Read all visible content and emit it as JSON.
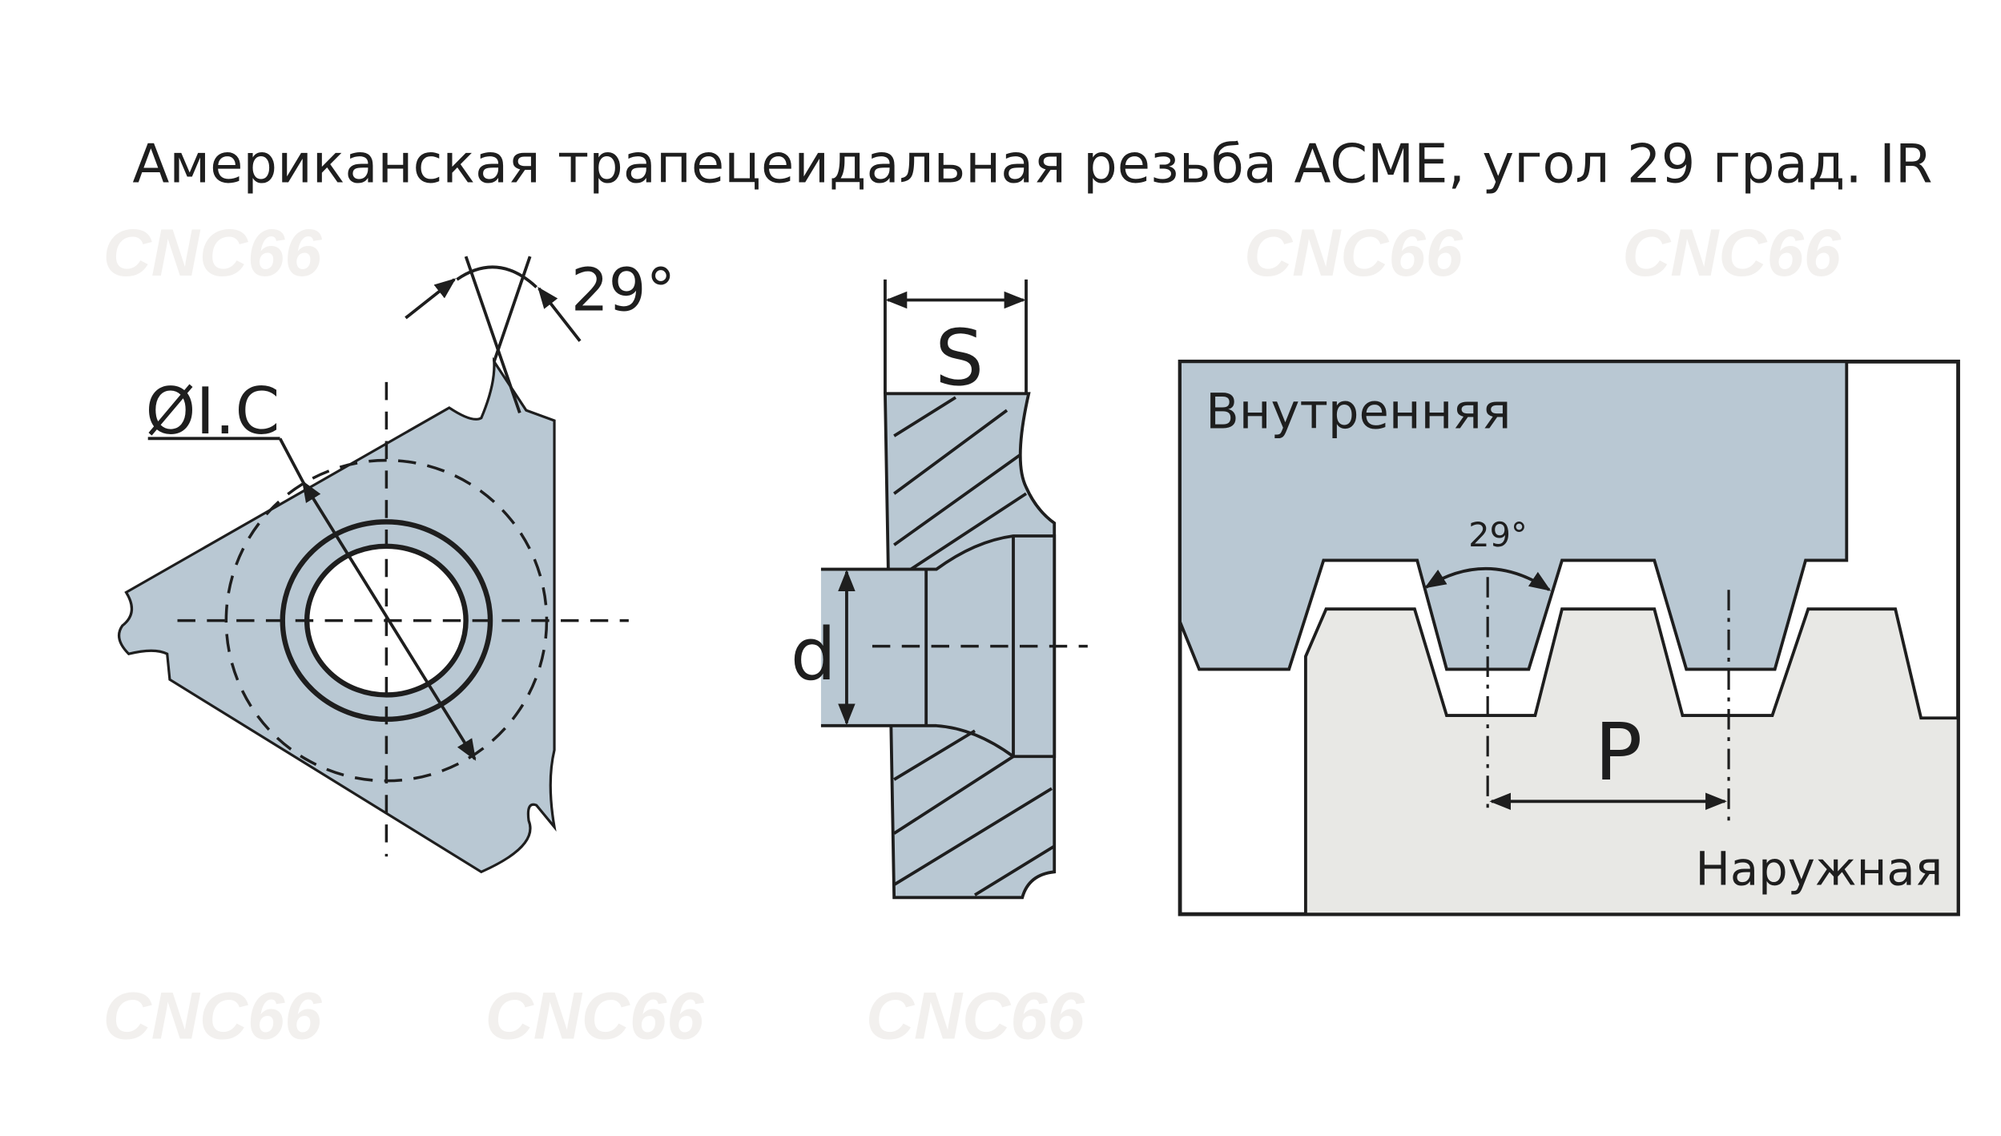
{
  "title": "Американская трапецеидальная резьба ACME, угол 29 град. IR",
  "watermark": "CNC66",
  "insert_view": {
    "angle_label": "29°",
    "ic_label": "ØI.C"
  },
  "side_view": {
    "thickness_label": "S",
    "hole_label": "d"
  },
  "thread_view": {
    "internal_label": "Внутренняя",
    "angle_label": "29°",
    "pitch_label": "P",
    "external_label": "Наружная"
  },
  "colors": {
    "insert_fill": "#b9c8d3",
    "external_fill": "#e8e8e5",
    "line": "#1e1e1e"
  }
}
